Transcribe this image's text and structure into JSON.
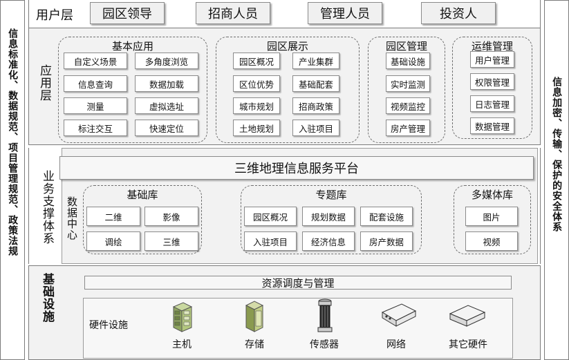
{
  "left_sidebar": {
    "text": "信息标准化、数据规范、项目管理规范、政策法规"
  },
  "right_sidebar": {
    "text": "信息加密、传输、保护的安全体系"
  },
  "user_layer": {
    "title": "用户层",
    "roles": [
      "园区领导",
      "招商人员",
      "管理人员",
      "投资人"
    ]
  },
  "app_layer": {
    "title": "应用层",
    "groups": [
      {
        "title": "基本应用",
        "items": [
          "自定义场景",
          "多角度浏览",
          "信息查询",
          "数据加载",
          "测量",
          "虚拟选址",
          "标注交互",
          "快速定位"
        ]
      },
      {
        "title": "园区展示",
        "items": [
          "园区概况",
          "产业集群",
          "区位优势",
          "基础配套",
          "城市规划",
          "招商政策",
          "土地规划",
          "入驻项目"
        ]
      },
      {
        "title": "园区管理",
        "items": [
          "基础设施",
          "实时监测",
          "视频监控",
          "房产管理"
        ]
      },
      {
        "title": "运维管理",
        "items": [
          "用户管理",
          "权限管理",
          "日志管理",
          "数据管理"
        ]
      }
    ]
  },
  "support_layer": {
    "title": "业务支撑体系",
    "platform": "三维地理信息服务平台",
    "data_center": "数据中心",
    "groups": [
      {
        "title": "基础库",
        "items": [
          "二维",
          "影像",
          "调绘",
          "三维"
        ]
      },
      {
        "title": "专题库",
        "items": [
          "园区概况",
          "规划数据",
          "配套设施",
          "入驻项目",
          "经济信息",
          "房产数据"
        ]
      },
      {
        "title": "多媒体库",
        "items": [
          "图片",
          "视频"
        ]
      }
    ]
  },
  "infra_layer": {
    "title": "基础设施",
    "resource_bar": "资源调度与管理",
    "hardware_title": "硬件设施",
    "hardware": [
      {
        "label": "主机",
        "icon": "server-icon"
      },
      {
        "label": "存储",
        "icon": "storage-icon"
      },
      {
        "label": "传感器",
        "icon": "sensor-icon"
      },
      {
        "label": "网络",
        "icon": "network-icon"
      },
      {
        "label": "其它硬件",
        "icon": "hardware-icon"
      }
    ]
  }
}
